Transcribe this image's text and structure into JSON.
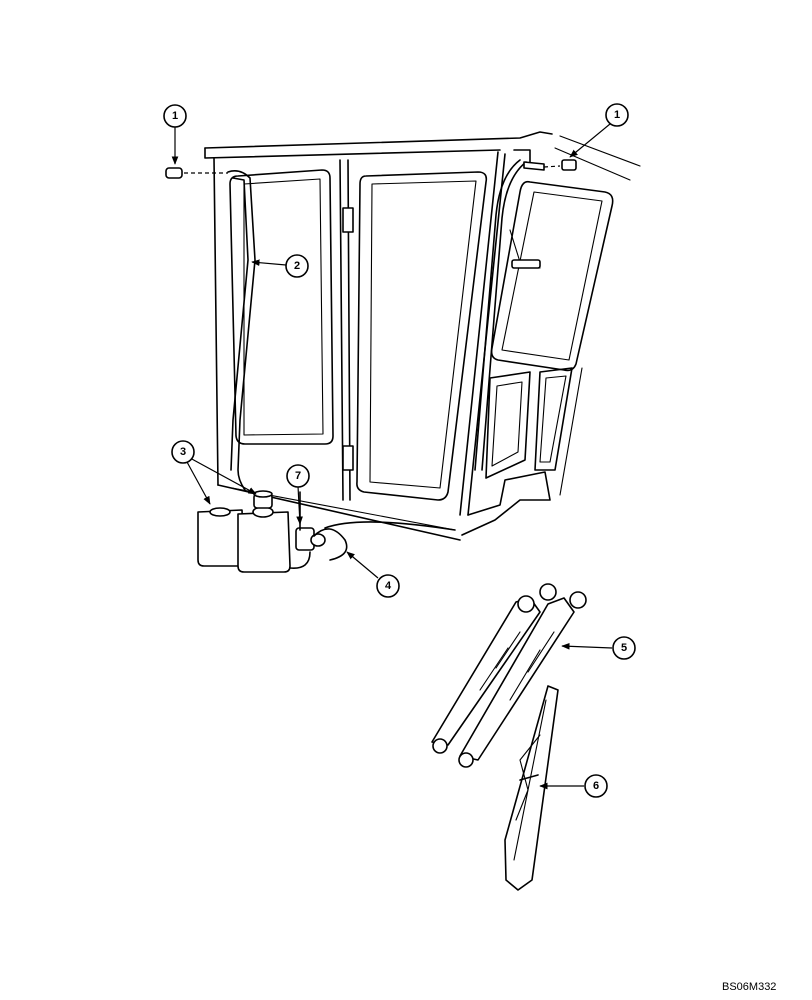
{
  "callouts": [
    {
      "id": "c1a",
      "label": "1"
    },
    {
      "id": "c1b",
      "label": "1"
    },
    {
      "id": "c2",
      "label": "2"
    },
    {
      "id": "c3",
      "label": "3"
    },
    {
      "id": "c4",
      "label": "4"
    },
    {
      "id": "c5",
      "label": "5"
    },
    {
      "id": "c6",
      "label": "6"
    },
    {
      "id": "c7",
      "label": "7"
    }
  ],
  "drawing_code": "BS06M332"
}
